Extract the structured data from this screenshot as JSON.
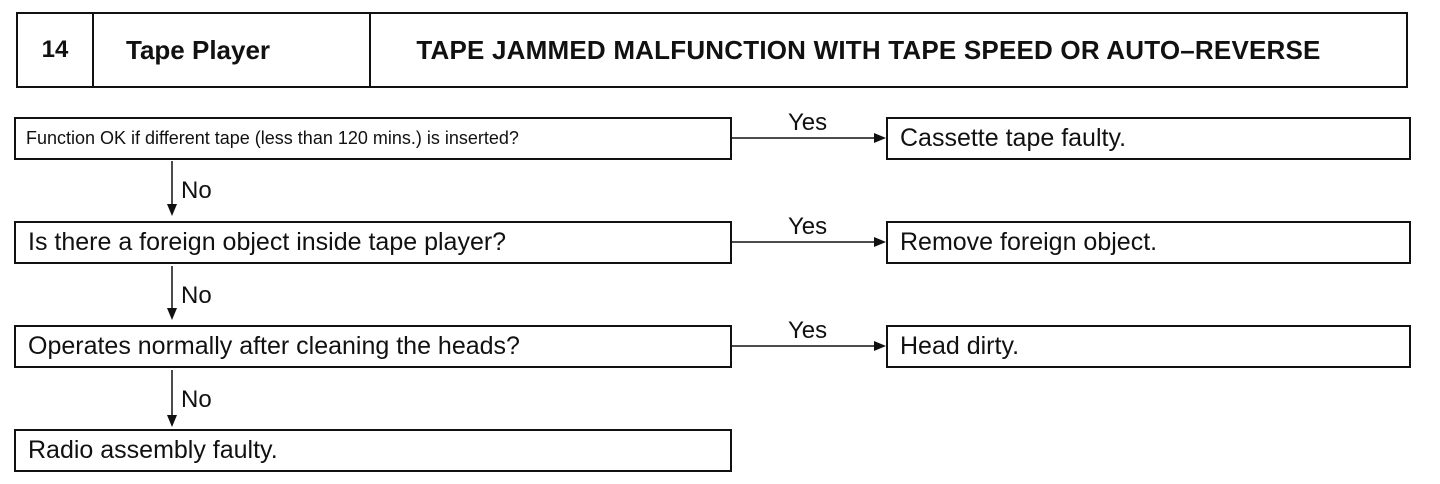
{
  "header": {
    "number": "14",
    "section": "Tape Player",
    "title": "TAPE JAMMED MALFUNCTION WITH TAPE SPEED OR AUTO–REVERSE"
  },
  "flow": {
    "steps": [
      {
        "question": "Function OK if different tape (less than 120 mins.) is inserted?",
        "yes_label": "Yes",
        "yes_result": "Cassette tape faulty.",
        "no_label": "No"
      },
      {
        "question": "Is there a foreign object inside tape player?",
        "yes_label": "Yes",
        "yes_result": "Remove foreign object.",
        "no_label": "No"
      },
      {
        "question": "Operates normally after cleaning the heads?",
        "yes_label": "Yes",
        "yes_result": "Head dirty.",
        "no_label": "No"
      }
    ],
    "final_result": "Radio assembly faulty."
  }
}
